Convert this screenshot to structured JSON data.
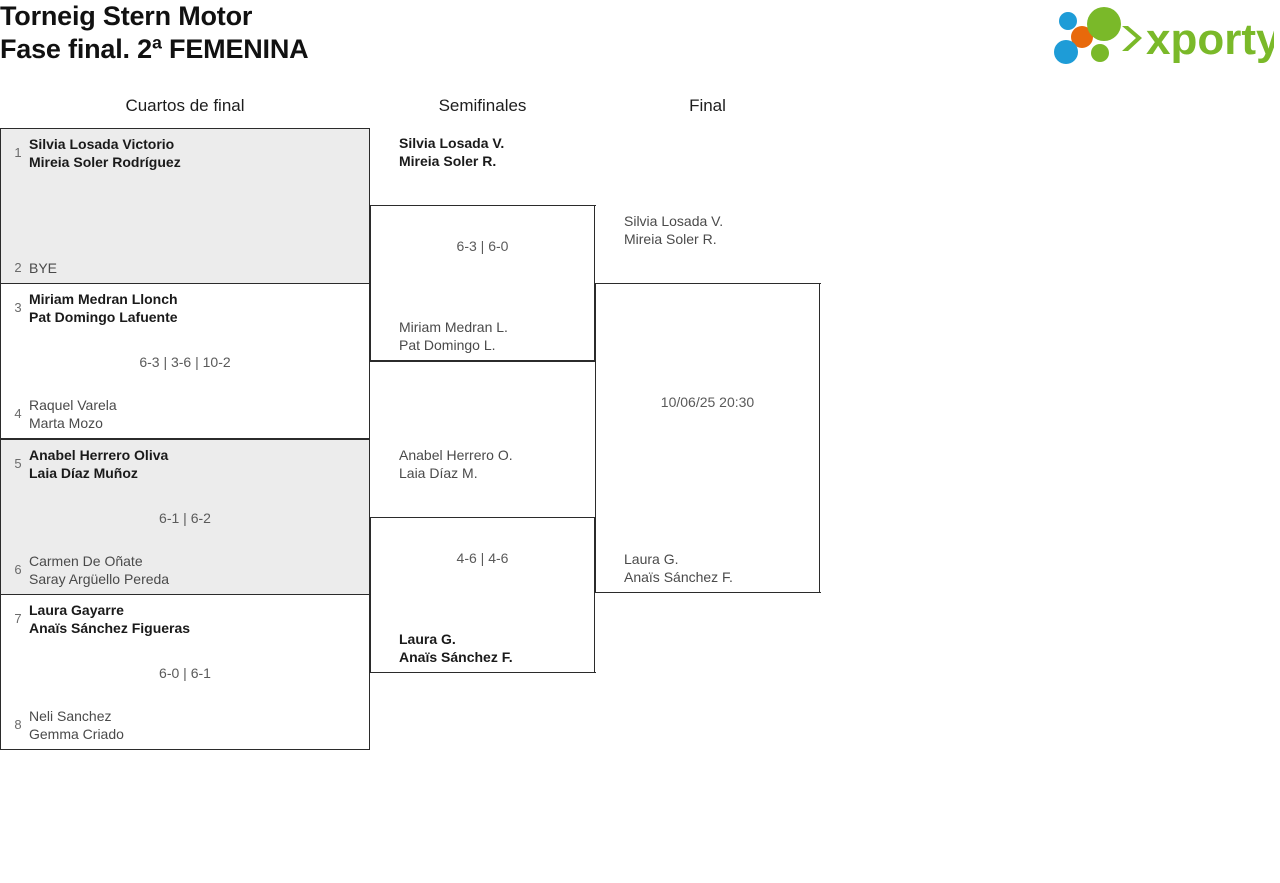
{
  "header": {
    "title": "Torneig Stern Motor\nFase final. 2ª FEMENINA",
    "logo_text": "xporty",
    "logo_colors": {
      "green": "#7ab929",
      "orange": "#e8690b",
      "blue": "#1e9cd7"
    }
  },
  "rounds": [
    {
      "label": "Cuartos de final"
    },
    {
      "label": "Semifinales"
    },
    {
      "label": "Final"
    }
  ],
  "quarterfinals": [
    {
      "top": {
        "seed": "1",
        "names": "Silvia Losada Victorio\nMireia Soler Rodríguez",
        "winner": true
      },
      "bottom": {
        "seed": "2",
        "names": "BYE",
        "winner": false
      },
      "score": ""
    },
    {
      "top": {
        "seed": "3",
        "names": "Miriam Medran Llonch\nPat Domingo Lafuente",
        "winner": true
      },
      "bottom": {
        "seed": "4",
        "names": "Raquel Varela\nMarta Mozo",
        "winner": false
      },
      "score": "6-3 | 3-6 | 10-2"
    },
    {
      "top": {
        "seed": "5",
        "names": "Anabel Herrero Oliva\nLaia Díaz Muñoz",
        "winner": true
      },
      "bottom": {
        "seed": "6",
        "names": "Carmen De Oñate\nSaray Argüello Pereda",
        "winner": false
      },
      "score": "6-1 | 6-2"
    },
    {
      "top": {
        "seed": "7",
        "names": "Laura Gayarre\nAnaïs Sánchez Figueras",
        "winner": true
      },
      "bottom": {
        "seed": "8",
        "names": "Neli Sanchez\nGemma Criado",
        "winner": false
      },
      "score": "6-0 | 6-1"
    }
  ],
  "semifinals": [
    {
      "top": {
        "seed": "",
        "names": "Silvia Losada V.\nMireia Soler R.",
        "winner": true
      },
      "bottom": {
        "seed": "",
        "names": "Miriam Medran L.\nPat Domingo L.",
        "winner": false
      },
      "score": "6-3 | 6-0"
    },
    {
      "top": {
        "seed": "",
        "names": "Anabel Herrero O.\nLaia Díaz M.",
        "winner": false
      },
      "bottom": {
        "seed": "",
        "names": "Laura G.\nAnaïs Sánchez F.",
        "winner": true
      },
      "score": "4-6 | 4-6"
    }
  ],
  "final": {
    "top": {
      "seed": "",
      "names": "Silvia Losada V.\nMireia Soler R.",
      "winner": false
    },
    "bottom": {
      "seed": "",
      "names": "Laura G.\nAnaïs Sánchez F.",
      "winner": false
    },
    "score": "10/06/25 20:30"
  }
}
